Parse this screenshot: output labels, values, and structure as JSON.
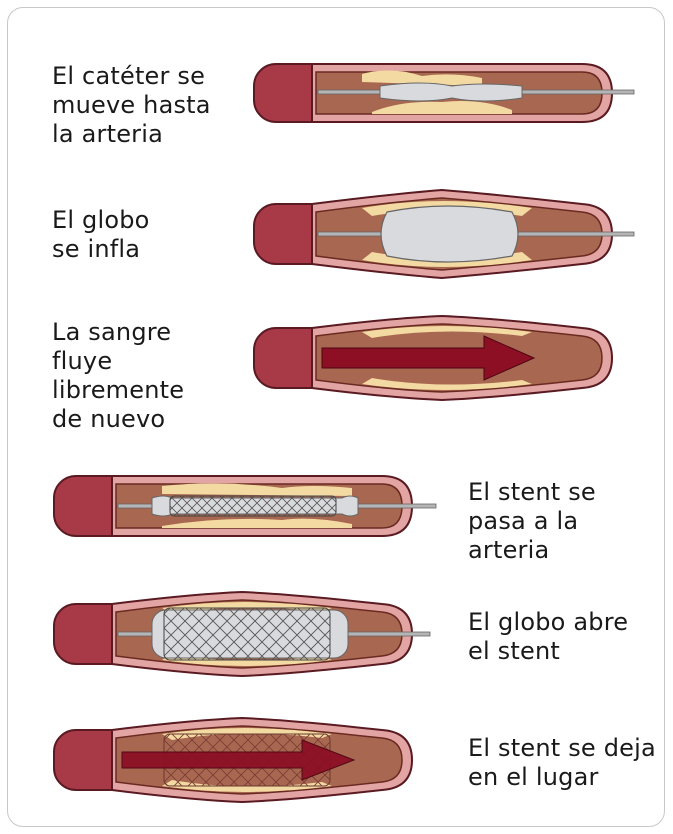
{
  "colors": {
    "frame": "#c8c8c8",
    "vessel_outer": "#a83a48",
    "vessel_wall": "#e3a5a3",
    "vessel_lumen": "#a86750",
    "plaque": "#f3d9a2",
    "balloon": "#d9dadd",
    "arrow": "#8c0f24",
    "wire": "#b5b5b5"
  },
  "steps": [
    {
      "lines": [
        "El catéter se",
        "mueve hasta",
        "la arteria"
      ],
      "illustration": "catheter-in-artery"
    },
    {
      "lines": [
        "El globo",
        "se infla"
      ],
      "illustration": "balloon-inflated"
    },
    {
      "lines": [
        "La sangre",
        "fluye",
        "libremente",
        "de nuevo"
      ],
      "illustration": "blood-flow-arrow"
    },
    {
      "lines": [
        "El stent se",
        "pasa a la",
        "arteria"
      ],
      "illustration": "stent-on-balloon"
    },
    {
      "lines": [
        "El globo abre",
        "el stent"
      ],
      "illustration": "stent-expanded"
    },
    {
      "lines": [
        "El stent se deja",
        "en el lugar"
      ],
      "illustration": "stent-in-place"
    }
  ]
}
